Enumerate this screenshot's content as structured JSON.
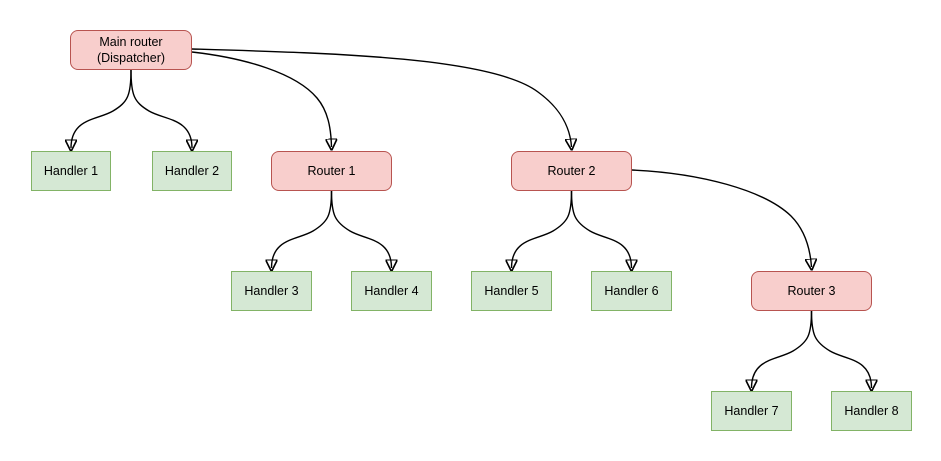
{
  "diagram": {
    "type": "tree",
    "nodes": {
      "main": {
        "label": "Main router\n(Dispatcher)",
        "type": "router"
      },
      "handler1": {
        "label": "Handler 1",
        "type": "handler"
      },
      "handler2": {
        "label": "Handler 2",
        "type": "handler"
      },
      "router1": {
        "label": "Router 1",
        "type": "router"
      },
      "router2": {
        "label": "Router 2",
        "type": "router"
      },
      "handler3": {
        "label": "Handler 3",
        "type": "handler"
      },
      "handler4": {
        "label": "Handler 4",
        "type": "handler"
      },
      "handler5": {
        "label": "Handler 5",
        "type": "handler"
      },
      "handler6": {
        "label": "Handler 6",
        "type": "handler"
      },
      "router3": {
        "label": "Router 3",
        "type": "router"
      },
      "handler7": {
        "label": "Handler 7",
        "type": "handler"
      },
      "handler8": {
        "label": "Handler 8",
        "type": "handler"
      }
    },
    "edges": [
      {
        "from": "Main router (Dispatcher)",
        "to": "Handler 1"
      },
      {
        "from": "Main router (Dispatcher)",
        "to": "Handler 2"
      },
      {
        "from": "Main router (Dispatcher)",
        "to": "Router 1"
      },
      {
        "from": "Main router (Dispatcher)",
        "to": "Router 2"
      },
      {
        "from": "Router 1",
        "to": "Handler 3"
      },
      {
        "from": "Router 1",
        "to": "Handler 4"
      },
      {
        "from": "Router 2",
        "to": "Handler 5"
      },
      {
        "from": "Router 2",
        "to": "Handler 6"
      },
      {
        "from": "Router 2",
        "to": "Router 3"
      },
      {
        "from": "Router 3",
        "to": "Handler 7"
      },
      {
        "from": "Router 3",
        "to": "Handler 8"
      }
    ],
    "colors": {
      "router_fill": "#f8cecc",
      "router_border": "#b85450",
      "handler_fill": "#d5e8d4",
      "handler_border": "#82b366",
      "edge": "#000000"
    }
  }
}
